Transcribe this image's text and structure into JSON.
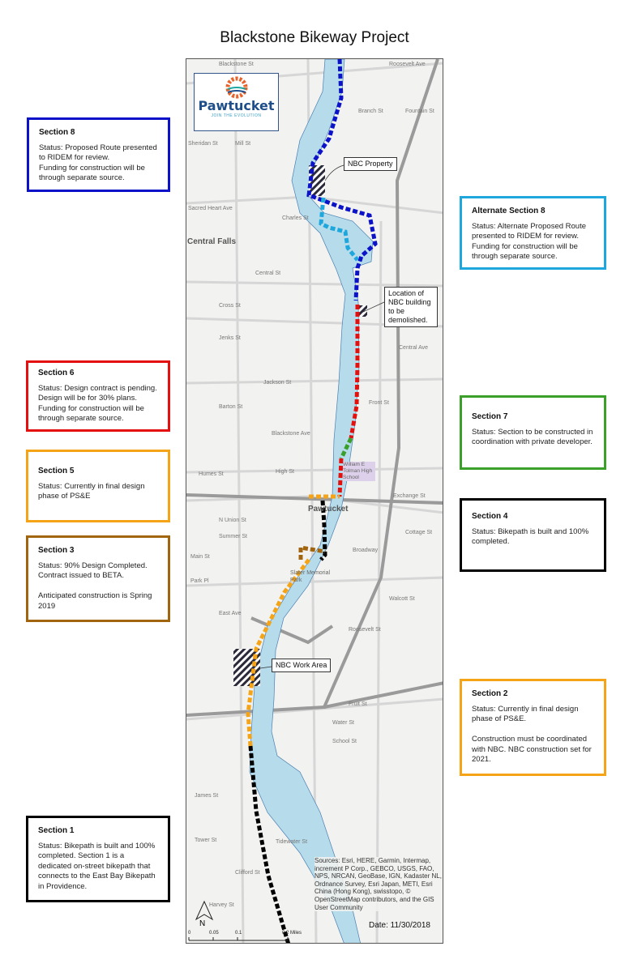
{
  "title": "Blackstone Bikeway Project",
  "colors": {
    "section8": "#0b12c8",
    "alt8": "#1ea7dc",
    "section6": "#e41010",
    "section7": "#3aa02a",
    "section5": "#f5a417",
    "section4": "#000000",
    "section3": "#a2650f",
    "section2": "#f5a417",
    "section1": "#000000",
    "river": "#b6dcec"
  },
  "sections": [
    {
      "id": "section8",
      "heading": "Section 8",
      "text": "Status:  Proposed Route presented to RIDEM for review.\nFunding for construction will be through separate source."
    },
    {
      "id": "alt8",
      "heading": "Alternate Section 8",
      "text": "Status:  Alternate Proposed Route presented to RIDEM for review.\nFunding for construction will be through separate source."
    },
    {
      "id": "section6",
      "heading": "Section 6",
      "text": "Status:  Design contract is pending.\nDesign will be for 30% plans.\nFunding for construction will be through separate source."
    },
    {
      "id": "section7",
      "heading": "Section 7",
      "text": "Status:  Section to be constructed in coordination with private developer."
    },
    {
      "id": "section5",
      "heading": "Section 5",
      "text": "Status:  Currently in final design phase of PS&E"
    },
    {
      "id": "section4",
      "heading": "Section 4",
      "text": "Status:  Bikepath is built and 100% completed."
    },
    {
      "id": "section3",
      "heading": "Section 3",
      "text": "Status:  90% Design Completed.\nContract issued to BETA.\n\nAnticipated construction is Spring 2019"
    },
    {
      "id": "section2",
      "heading": "Section 2",
      "text": "Status:  Currently in final design phase of PS&E.\n\nConstruction must be coordinated with  NBC.  NBC construction set for 2021."
    },
    {
      "id": "section1",
      "heading": "Section 1",
      "text": "Status:  Bikepath is built and 100% completed.   Section 1 is a dedicated on-street bikepath that connects to the East Bay Bikepath in Providence."
    }
  ],
  "map": {
    "logo": {
      "name": "Pawtucket",
      "tagline": "JOIN THE EVOLUTION"
    },
    "callouts": {
      "nbc_property": "NBC Property",
      "nbc_demolish": "Location of NBC building to be demolished.",
      "nbc_work_area": "NBC Work Area"
    },
    "places": {
      "central_falls": "Central Falls",
      "pawtucket": "Pawtucket",
      "school": "William E Tolman High School",
      "park": "Slater Memorial Park"
    },
    "streets": [
      "Blackstone St",
      "Roosevelt Ave",
      "Branch St",
      "Sheridan St",
      "Mill St",
      "Sacred Heart Ave",
      "Charles St",
      "Central St",
      "Cross St",
      "Jenks St",
      "Central Ave",
      "Front St",
      "Jackson St",
      "Barton St",
      "Blackstone Ave",
      "High St",
      "Humes St",
      "Exchange St",
      "N Union St",
      "Summer St",
      "Main St",
      "Park Pl",
      "Broadway",
      "Walcott St",
      "East Ave",
      "Fruit St",
      "Water St",
      "School St",
      "James St",
      "Tower St",
      "Harvey St",
      "Clifford St",
      "Tidewater St",
      "Roosevelt St",
      "Fountain St",
      "Cottage St"
    ],
    "north_label": "N",
    "scale": {
      "ticks": [
        "0",
        "0.05",
        "0.1",
        "0.2 Miles"
      ]
    },
    "sources": "Sources: Esri, HERE, Garmin, Intermap, increment P Corp., GEBCO, USGS, FAO, NPS, NRCAN, GeoBase, IGN, Kadaster NL, Ordnance Survey, Esri Japan, METI, Esri China (Hong Kong), swisstopo, © OpenStreetMap contributors, and the GIS User Community",
    "date": "Date: 11/30/2018"
  }
}
